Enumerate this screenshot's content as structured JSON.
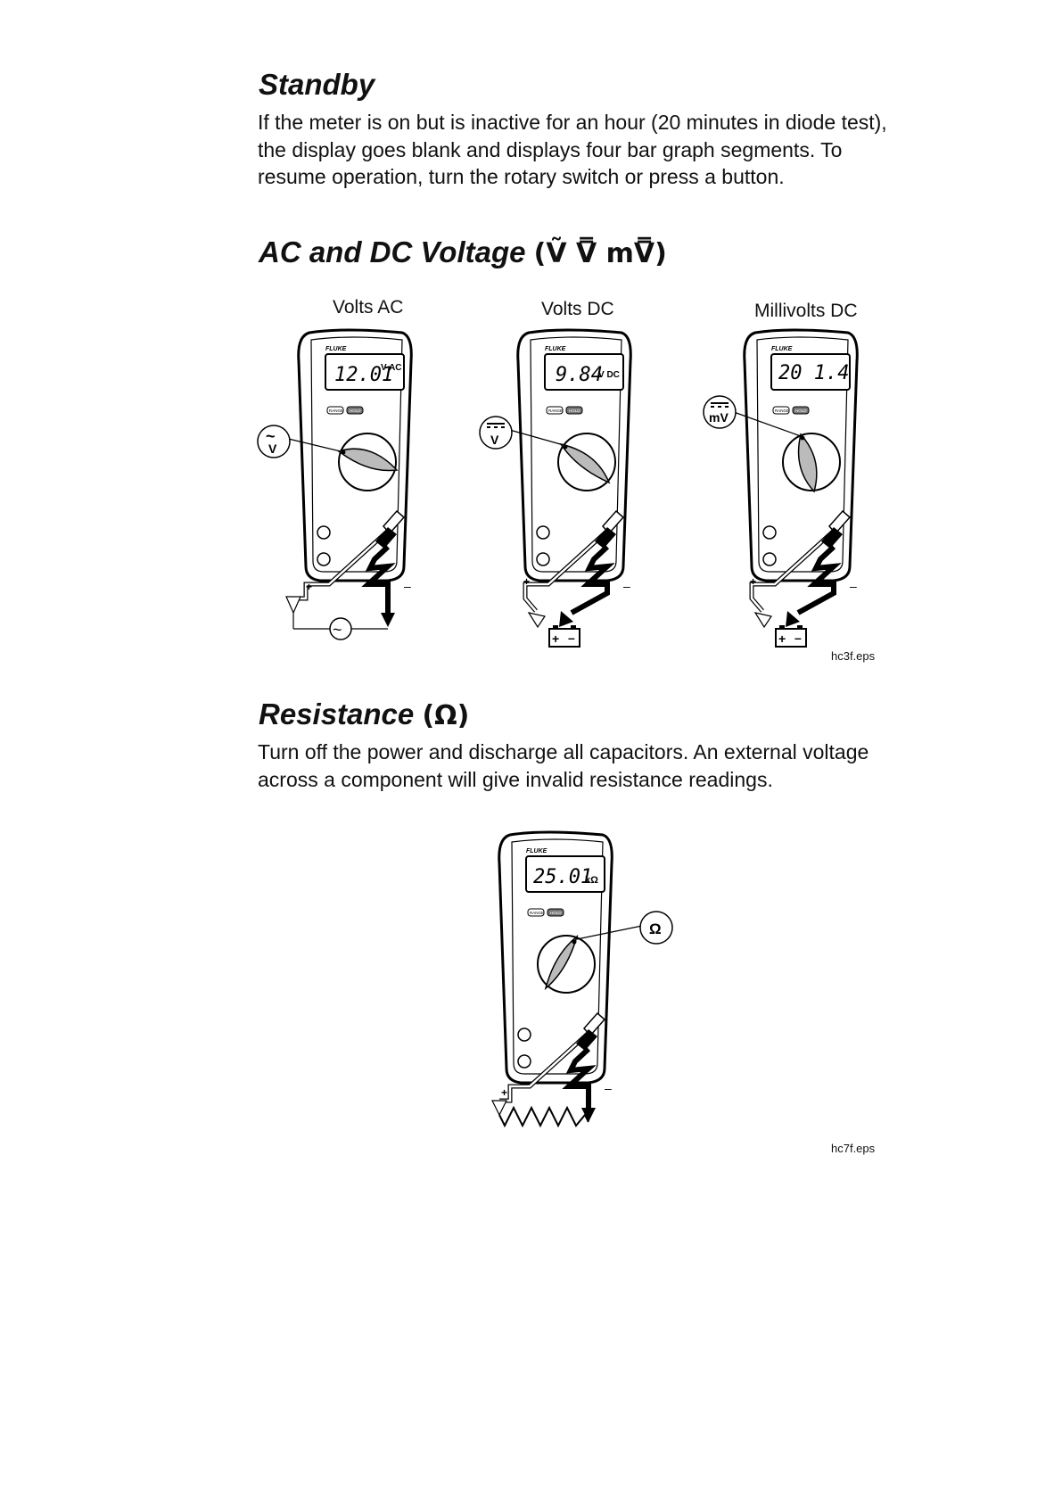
{
  "standby": {
    "title": "Standby",
    "body": "If the meter is on but is inactive for an hour (20 minutes in diode test), the display goes blank and displays four bar graph segments. To resume operation, turn the rotary switch or press a button."
  },
  "voltage": {
    "title": "AC and DC Voltage",
    "symbols": "(Ṽ V̿ mV̿)",
    "figure_label": "hc3f.eps",
    "meters": [
      {
        "caption": "Volts AC",
        "reading": "12.01",
        "unit": "V AC",
        "dial": "V~",
        "source": "ac-source"
      },
      {
        "caption": "Volts DC",
        "reading": "9.84",
        "unit": "V DC",
        "dial": "V DC",
        "source": "battery"
      },
      {
        "caption": "Millivolts DC",
        "reading": "20 1.4",
        "unit": "",
        "dial": "mV DC",
        "source": "battery"
      }
    ]
  },
  "resistance": {
    "title": "Resistance",
    "symbol": "(Ω)",
    "body": "Turn off the power and discharge all capacitors. An external voltage across a component will give invalid resistance readings.",
    "figure_label": "hc7f.eps",
    "meter": {
      "reading": "25.01",
      "unit": "kΩ",
      "dial": "Ω"
    }
  },
  "meter_brand": "FLUKE",
  "button_labels": [
    "RANGE",
    "HOLD"
  ],
  "polarity": {
    "plus": "+",
    "minus": "–"
  },
  "tilde": "~"
}
